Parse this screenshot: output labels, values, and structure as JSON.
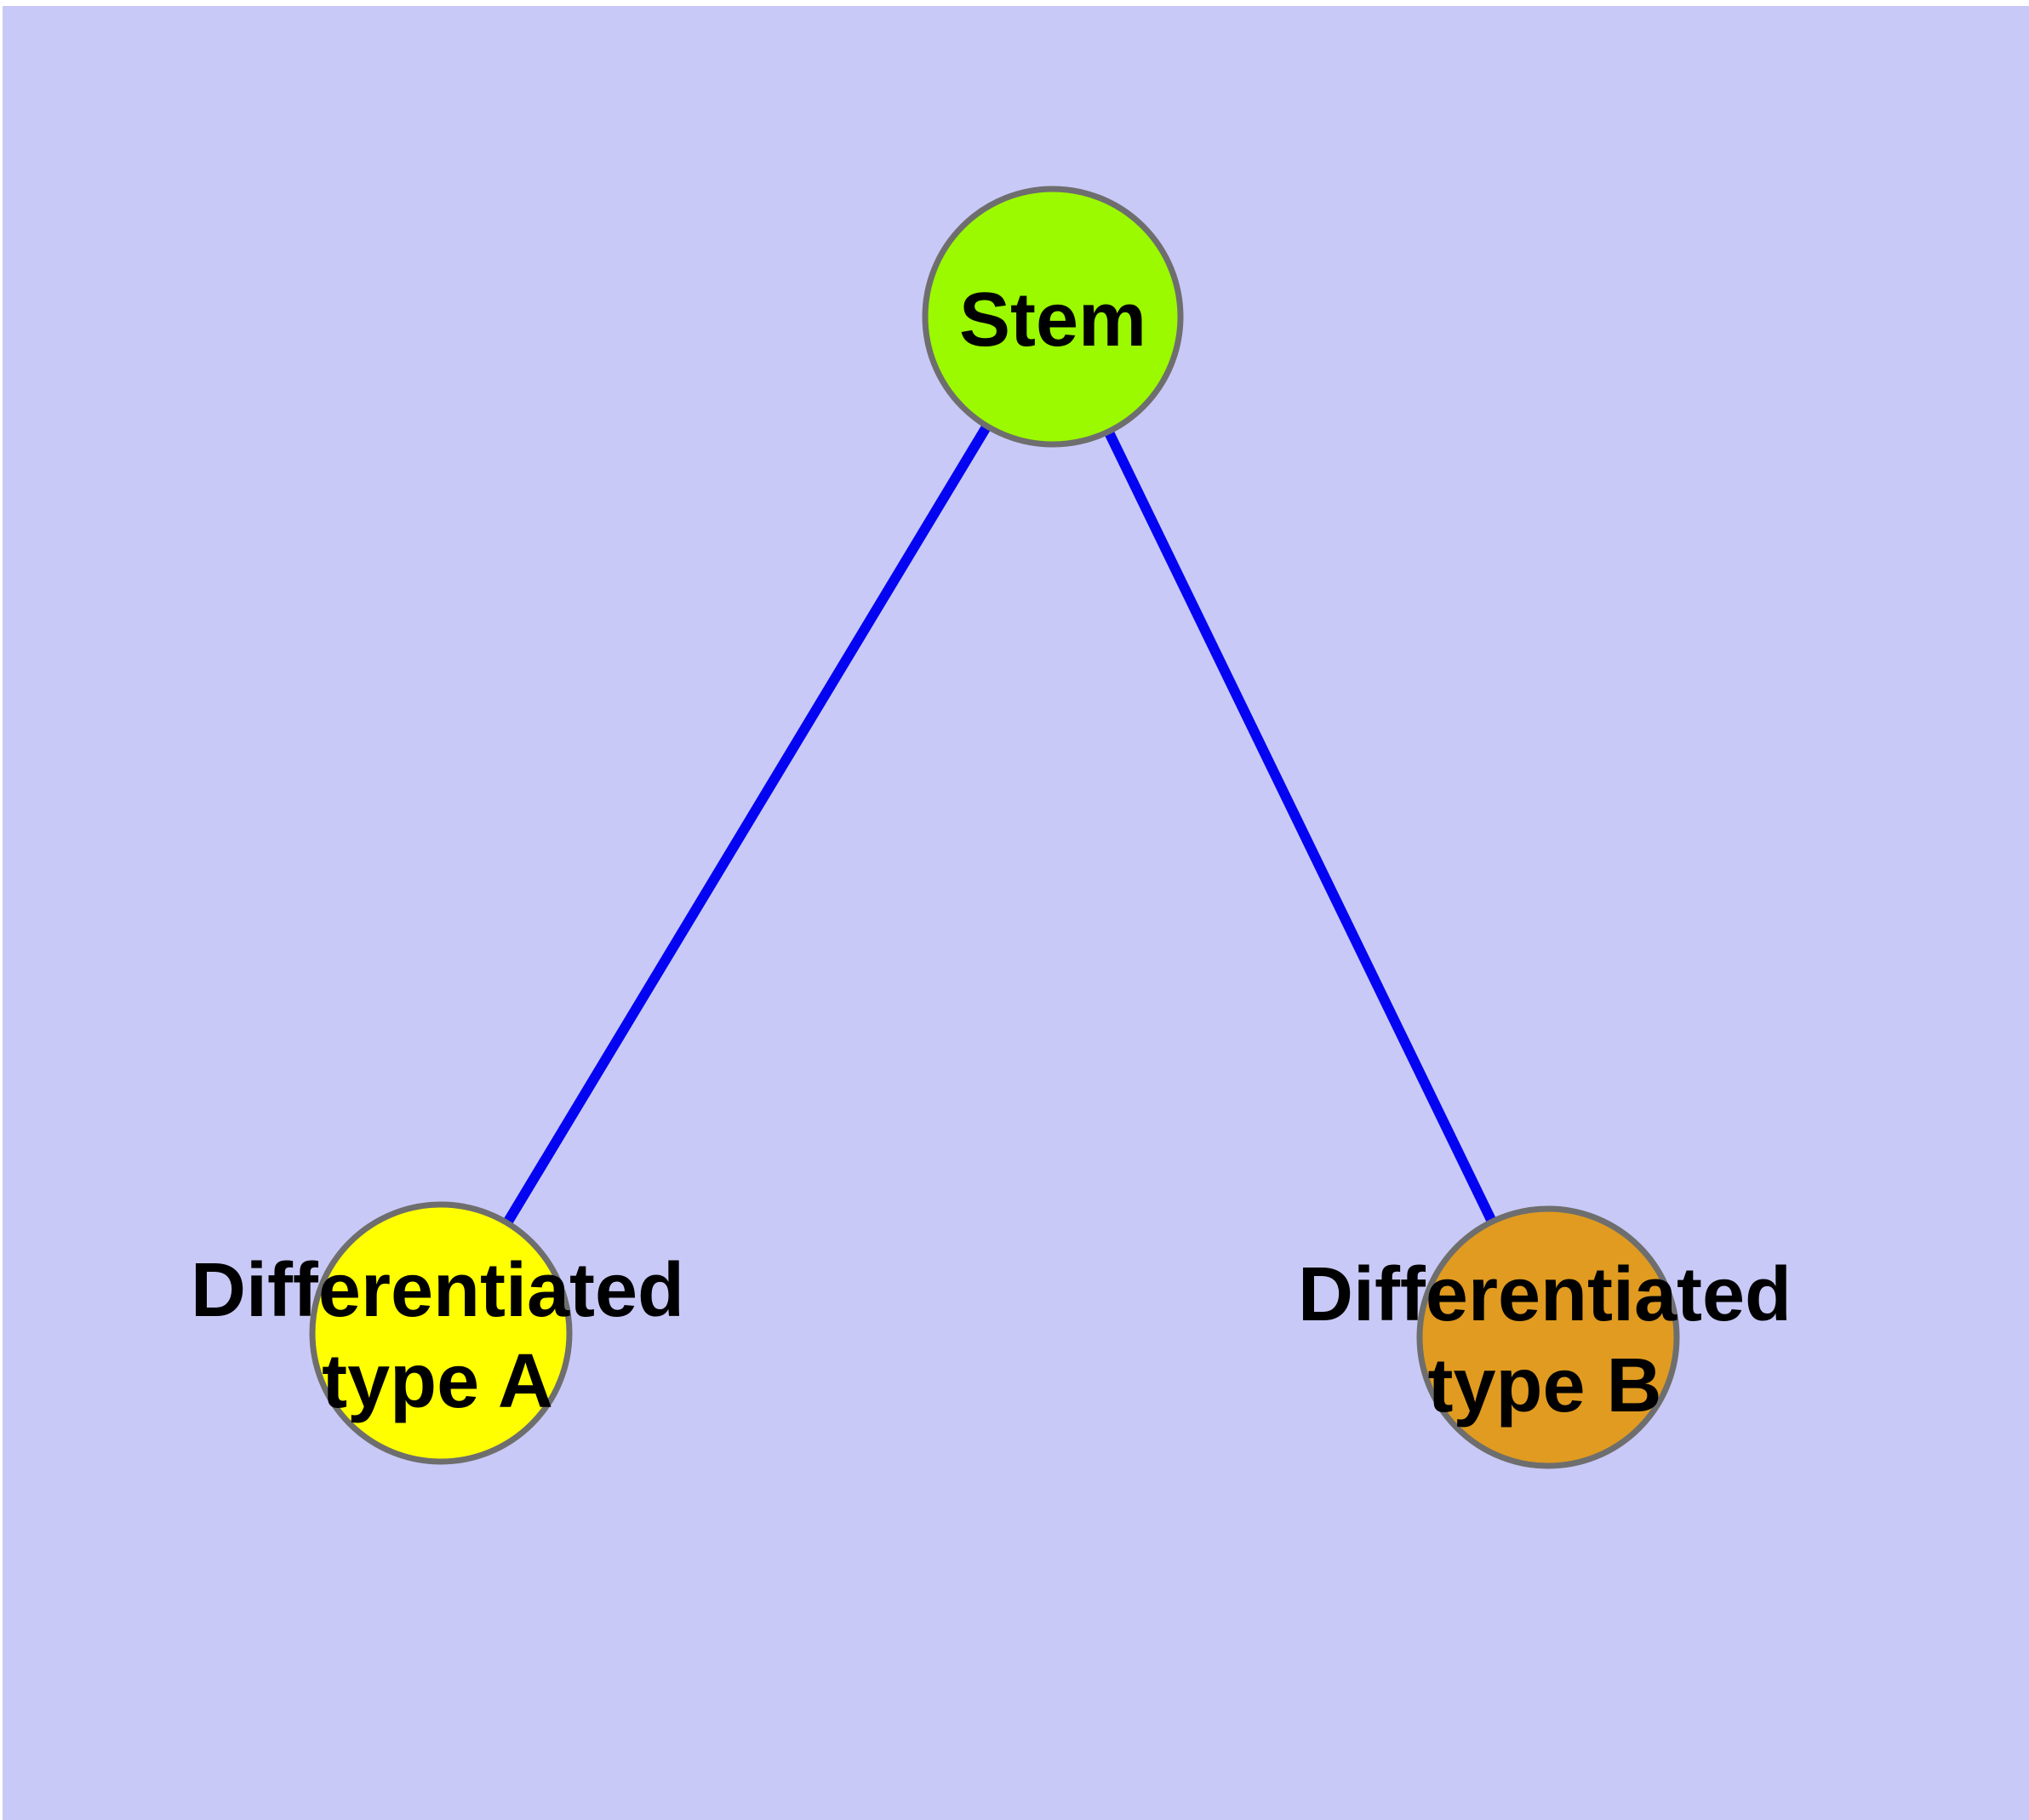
{
  "diagram": {
    "type": "graph",
    "description": "Stem cell differentiation diagram: a stem node connected to two differentiated cell type nodes",
    "colors": {
      "page_background": "#FFFFFF",
      "canvas_background": "#C9C9F7",
      "edge": "#0404F2",
      "node_border": "#6E6E6E",
      "text": "#000000"
    },
    "nodes": {
      "stem": {
        "label": "Stem",
        "fill": "#9BF900"
      },
      "type_a": {
        "label": "Differentiated type A",
        "line1": "Differentiated",
        "line2": "type A",
        "fill": "#FFFF00"
      },
      "type_b": {
        "label": "Differentiated type B",
        "line1": "Differentiated",
        "line2": "type B",
        "fill": "#E09B20"
      }
    },
    "edges": [
      {
        "from": "Stem",
        "to": "Differentiated type A"
      },
      {
        "from": "Stem",
        "to": "Differentiated type B"
      }
    ]
  }
}
